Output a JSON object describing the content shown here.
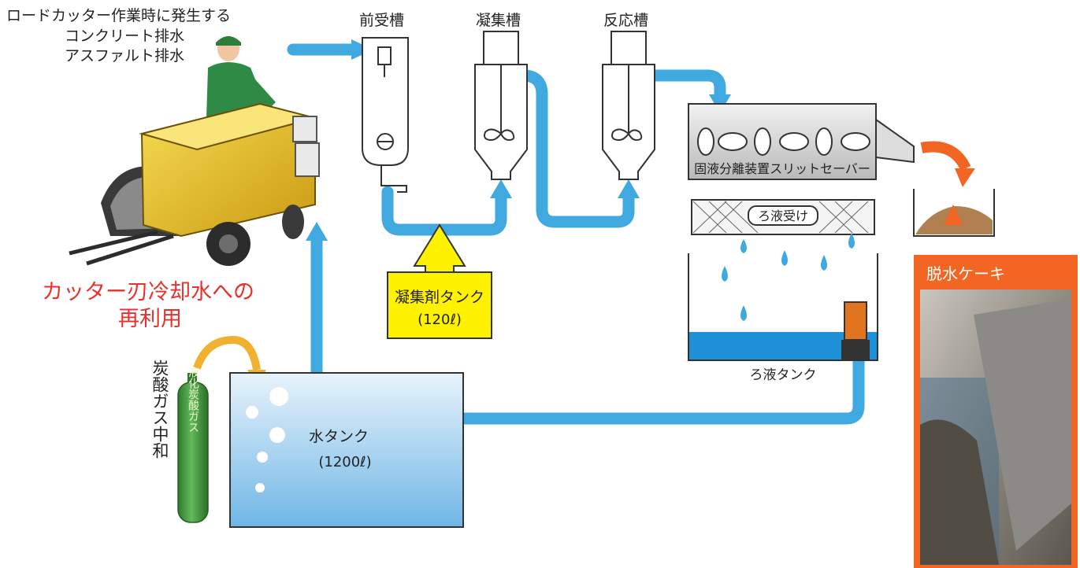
{
  "source": {
    "lines": [
      "ロードカッター作業時に発生する",
      "コンクリート排水",
      "アスファルト排水"
    ]
  },
  "tanks": {
    "pre_tank": "前受槽",
    "coag_tank": "凝集槽",
    "react_tank": "反応槽"
  },
  "coagulant": {
    "name": "凝集剤タンク",
    "volume": "(120ℓ)"
  },
  "separator": {
    "label": "固液分離装置スリットセーバー",
    "filtrate_tray": "ろ液受け",
    "filtrate_tank": "ろ液タンク"
  },
  "water_tank": {
    "name": "水タンク",
    "volume": "(1200ℓ)"
  },
  "reuse": {
    "line1": "カッター刃冷却水への",
    "line2": "再利用"
  },
  "co2": {
    "vertical_label": "炭酸ガス中和",
    "cylinder_label": "液化炭酸ガス"
  },
  "cake": {
    "label": "脱水ケーキ"
  },
  "colors": {
    "flow_blue": "#3fa9e0",
    "reuse_red": "#e5322d",
    "arrow_orange": "#f0b030",
    "cake_orange": "#f26522",
    "coagulant_yellow": "#fff200",
    "cylinder_green": "#3f9a3f"
  }
}
